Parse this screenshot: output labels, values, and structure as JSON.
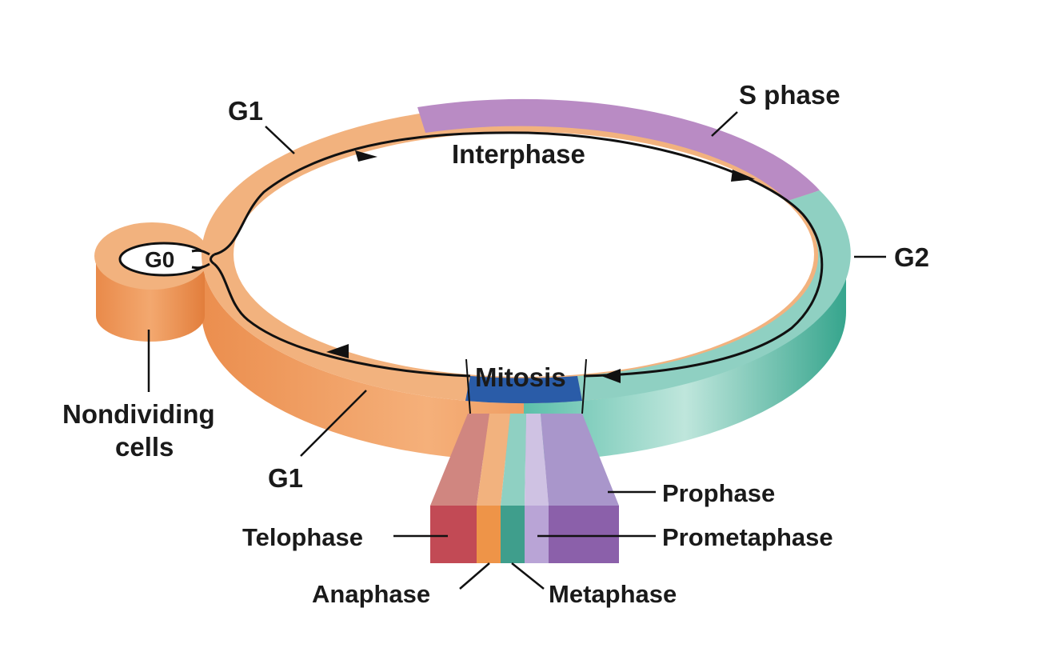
{
  "labels": {
    "g1_top": "G1",
    "s_phase": "S phase",
    "interphase": "Interphase",
    "g2": "G2",
    "g0": "G0",
    "mitosis": "Mitosis",
    "nondividing_line1": "Nondividing",
    "nondividing_line2": "cells",
    "g1_bottom": "G1",
    "prophase": "Prophase",
    "prometaphase": "Prometaphase",
    "telophase": "Telophase",
    "anaphase": "Anaphase",
    "metaphase": "Metaphase"
  },
  "colors": {
    "g1": "#F2B27E",
    "g1_side": "#E98A4A",
    "s_phase": "#B98BC4",
    "g2": "#8FD0C2",
    "g2_side": "#3AAE96",
    "mitosis_band": "#2A5CA8",
    "telophase": "#C24A55",
    "anaphase": "#EE9448",
    "metaphase": "#3F9E8C",
    "prometaphase": "#B9A4D6",
    "prophase": "#8B60AA",
    "arrow": "#111111"
  }
}
